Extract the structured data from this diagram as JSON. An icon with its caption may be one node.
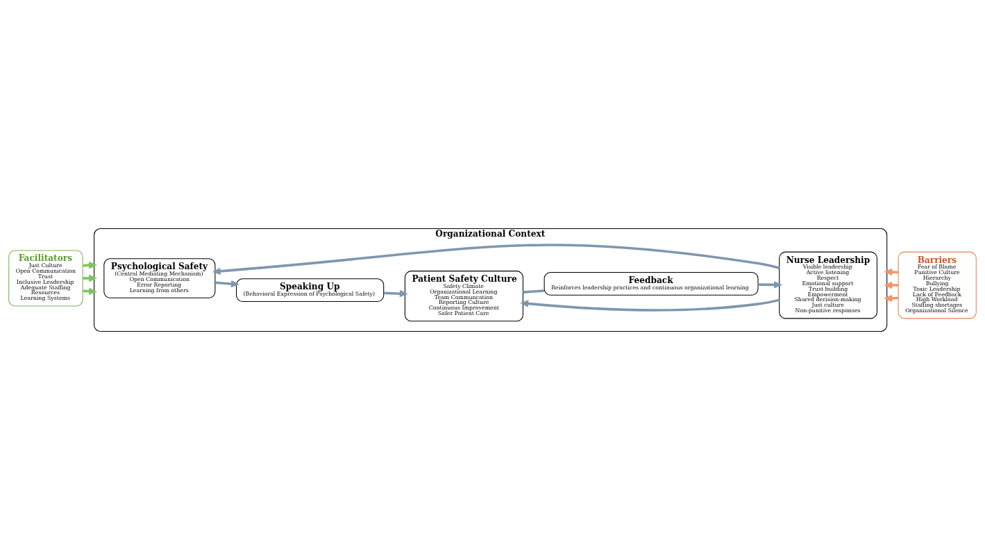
{
  "diagram": {
    "nodes": [
      {
        "text": [
          "Organizational Context"
        ]
      },
      {
        "text": [
          "Facilitators",
          "Just Culture",
          "Open Communication",
          "Trust",
          "Inclusive Leadership",
          "Adequate Staffing",
          "Resources",
          "Learning Systems"
        ]
      },
      {
        "text": [
          "Psychological Safety",
          "(Central Mediating Mechanism)",
          "Open Communication",
          "Error Reporting",
          "Learning from others"
        ],
        "in": 0
      },
      {
        "text": [
          "Nurse Leadership",
          "Visible leadership",
          "Active listening",
          "Respect",
          "Emotional support",
          "Trust building",
          "Empowerment",
          "Shared decision-making",
          "Just culture",
          "Non-punitive responses"
        ],
        "in": 0
      },
      {
        "text": [
          "Speaking Up",
          "(Behavioral Expression of Psychological Safety)"
        ],
        "in": 0
      },
      {
        "text": [
          "Feedback",
          "Reinforces leadership practices and continuous organizational learning"
        ],
        "in": 0
      },
      {
        "text": [
          "Patient Safety Culture",
          "Safety Climate",
          "Organizational Learning",
          "Team Communcation",
          "Reporting Culture",
          "Continuous Improvement",
          "Safer Patient Care"
        ],
        "in": 0
      },
      {
        "text": [
          "Barriers",
          "Fear of Blame",
          "Punitive Culture",
          "Hierarchy",
          "Bullying",
          "Toxic Leadership",
          "Lack of Feedback",
          "High Workload",
          "Staffing shortages",
          "Organizational Silence"
        ]
      }
    ],
    "edges": [
      {
        "from": 1,
        "to": 0,
        "arrow": "to",
        "color": "#7dc45c"
      },
      {
        "from": 1,
        "to": 0,
        "arrow": "to",
        "color": "#7dc45c"
      },
      {
        "from": 1,
        "to": 0,
        "arrow": "to",
        "color": "#7dc45c"
      },
      {
        "from": 3,
        "to": 2,
        "arrow": "to"
      },
      {
        "from": 2,
        "to": 4,
        "arrow": "to"
      },
      {
        "from": 4,
        "to": 6,
        "arrow": "to"
      },
      {
        "from": 3,
        "to": 6,
        "arrow": "to"
      },
      {
        "from": 6,
        "to": 5,
        "arrow": "none"
      },
      {
        "from": 5,
        "to": 3,
        "arrow": "to"
      },
      {
        "from": 7,
        "to": 0,
        "arrow": "to",
        "color": "#f0956b"
      },
      {
        "from": 7,
        "to": 0,
        "arrow": "to",
        "color": "#f0956b"
      },
      {
        "from": 7,
        "to": 0,
        "arrow": "to",
        "color": "#f0956b"
      }
    ]
  }
}
